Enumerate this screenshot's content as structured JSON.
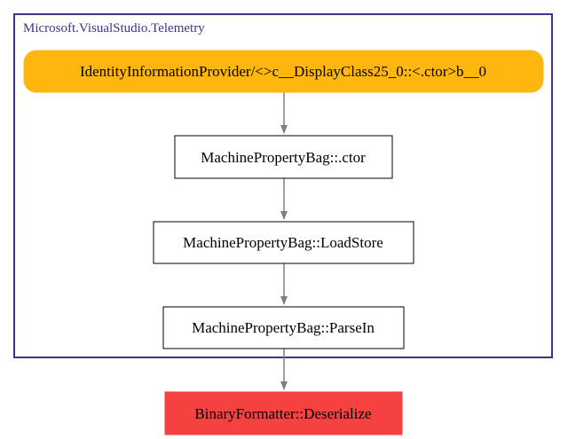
{
  "cluster": {
    "label": "Microsoft.VisualStudio.Telemetry",
    "border_color": "#3f3488",
    "label_color": "#3f3488"
  },
  "nodes": {
    "entry": {
      "label": "IdentityInformationProvider/<>c__DisplayClass25_0::<.ctor>b__0",
      "fill": "#ffb70f",
      "shape": "rounded-box"
    },
    "ctor": {
      "label": "MachinePropertyBag::.ctor",
      "fill": "#ffffff",
      "shape": "box"
    },
    "load_store": {
      "label": "MachinePropertyBag::LoadStore",
      "fill": "#ffffff",
      "shape": "box"
    },
    "parse_in": {
      "label": "MachinePropertyBag::ParseIn",
      "fill": "#ffffff",
      "shape": "box"
    },
    "deserialize": {
      "label": "BinaryFormatter::Deserialize",
      "fill": "#f64141",
      "shape": "box"
    }
  },
  "edges": [
    {
      "from": "entry",
      "to": "ctor"
    },
    {
      "from": "ctor",
      "to": "load_store"
    },
    {
      "from": "load_store",
      "to": "parse_in"
    },
    {
      "from": "parse_in",
      "to": "deserialize"
    }
  ],
  "edge_color": "#808080"
}
